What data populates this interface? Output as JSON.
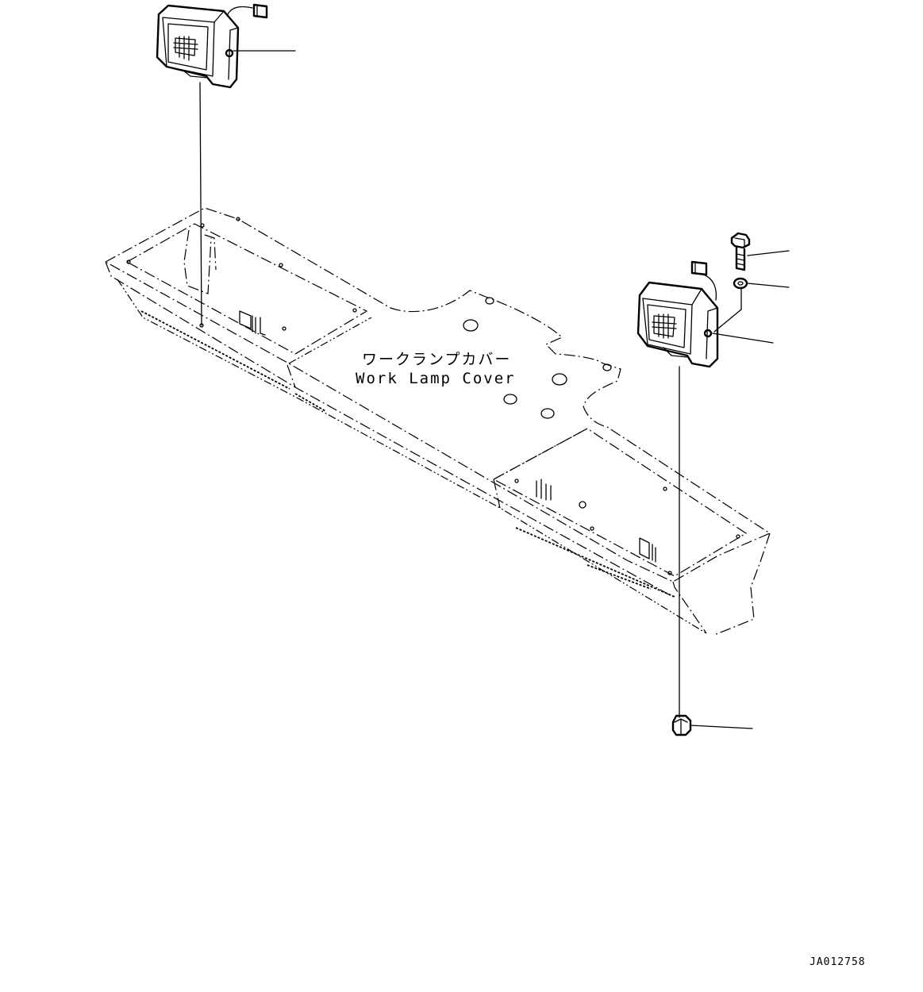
{
  "diagram": {
    "part_label_jp": "ワークランプカバー",
    "part_label_en": "Work Lamp Cover",
    "drawing_number": "JA012758"
  }
}
